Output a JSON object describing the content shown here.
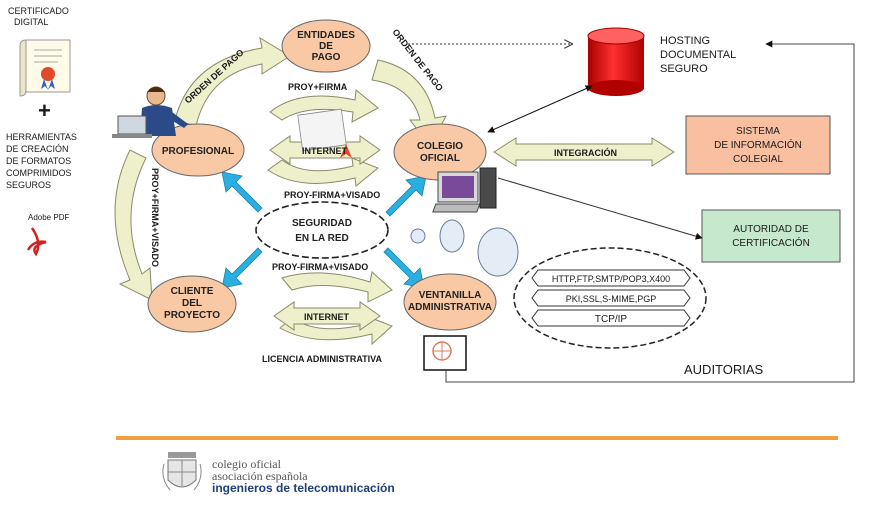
{
  "left_panel": {
    "cert_line1": "CERTIFICADO",
    "cert_line2": "DIGITAL",
    "plus": "+",
    "tools_lines": [
      "HERRAMIENTAS",
      "DE CREACIÓN",
      "DE FORMATOS",
      "COMPRIMIDOS",
      "SEGUROS"
    ],
    "pdf_label": "Adobe PDF"
  },
  "nodes": {
    "entidades": [
      "ENTIDADES",
      "DE",
      "PAGO"
    ],
    "profesional": "PROFESIONAL",
    "colegio": [
      "COLEGIO",
      "OFICIAL"
    ],
    "seguridad": [
      "SEGURIDAD",
      "EN LA RED"
    ],
    "cliente": [
      "CLIENTE",
      "DEL",
      "PROYECTO"
    ],
    "ventanilla": [
      "VENTANILLA",
      "ADMINISTRATIVA"
    ]
  },
  "flow_labels": {
    "orden_pago_left": "ORDEN DE PAGO",
    "orden_pago_right": "ORDEN DE PAGO",
    "proy_firma": "PROY+FIRMA",
    "internet_top": "INTERNET",
    "proy_firma_visado_top": "PROY-FIRMA+VISADO",
    "proy_firma_visado_vertical": "PROY+FIRMA+VISADO",
    "proy_firma_visado_bottom": "PROY-FIRMA+VISADO",
    "internet_bottom": "INTERNET",
    "licencia": "LICENCIA ADMINISTRATIVA",
    "integracion": "INTEGRACIÓN"
  },
  "hosting": [
    "HOSTING",
    "DOCUMENTAL",
    "SEGURO"
  ],
  "boxes": {
    "sistema": [
      "SISTEMA",
      "DE INFORMACIÓN",
      "COLEGIAL"
    ],
    "autoridad": [
      "AUTORIDAD DE",
      "CERTIFICACIÓN"
    ]
  },
  "protocols": [
    "HTTP,FTP,SMTP/POP3,X400",
    "PKI,SSL,S-MIME,PGP",
    "TCP/IP"
  ],
  "auditorias": "AUDITORIAS",
  "footer": {
    "line1": "colegio oficial",
    "line2": "asociación española",
    "line3": "ingenieros de telecomunicación"
  },
  "colors": {
    "node_fill": "#f8c9a4",
    "arrow_blue": "#2ab0e0",
    "cylinder_red": "#e02020",
    "sistema_fill": "#f8c0a0",
    "autoridad_fill": "#c6e8cc",
    "footer_accent": "#f0a040",
    "curved_arrow": "#eef0cc"
  }
}
